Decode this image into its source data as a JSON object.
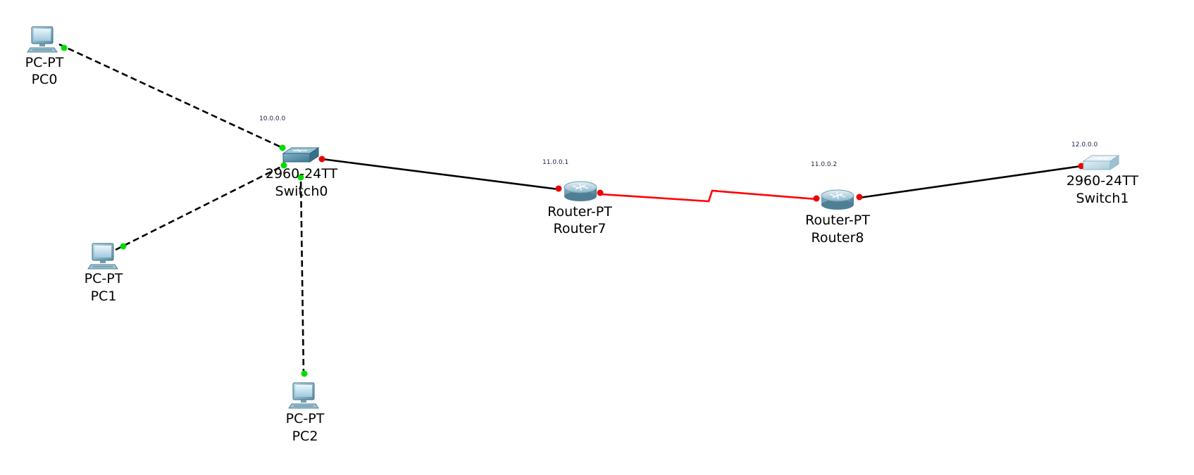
{
  "colors": {
    "background": "#ffffff",
    "link_up": "#00dd00",
    "link_down": "#ee0000",
    "serial_link": "#ff0000",
    "copper_link": "#000000"
  },
  "devices": [
    {
      "id": "pc0",
      "icon": "pc-icon",
      "model": "PC-PT",
      "name": "PC0"
    },
    {
      "id": "pc1",
      "icon": "pc-icon",
      "model": "PC-PT",
      "name": "PC1"
    },
    {
      "id": "pc2",
      "icon": "pc-icon",
      "model": "PC-PT",
      "name": "PC2"
    },
    {
      "id": "switch0",
      "icon": "switch-icon",
      "model": "2960-24TT",
      "name": "Switch0"
    },
    {
      "id": "router7",
      "icon": "router-icon",
      "model": "Router-PT",
      "name": "Router7"
    },
    {
      "id": "router8",
      "icon": "router-icon",
      "model": "Router-PT",
      "name": "Router8"
    },
    {
      "id": "switch1",
      "icon": "switch-icon",
      "model": "2960-24TT",
      "name": "Switch1"
    }
  ],
  "notes": [
    {
      "id": "note-switch0",
      "text": "10.0.0.0"
    },
    {
      "id": "note-router7",
      "text": "11.0.0.1"
    },
    {
      "id": "note-router8",
      "text": "11.0.0.2"
    },
    {
      "id": "note-switch1",
      "text": "12.0.0.0"
    }
  ],
  "links": [
    {
      "from": "pc0",
      "to": "switch0",
      "cable": "copper-cross-over",
      "from_status": "up",
      "to_status": "up"
    },
    {
      "from": "pc1",
      "to": "switch0",
      "cable": "copper-cross-over",
      "from_status": "up",
      "to_status": "up"
    },
    {
      "from": "pc2",
      "to": "switch0",
      "cable": "copper-cross-over",
      "from_status": "up",
      "to_status": "up"
    },
    {
      "from": "switch0",
      "to": "router7",
      "cable": "copper-straight-through",
      "from_status": "down",
      "to_status": "down"
    },
    {
      "from": "router7",
      "to": "router8",
      "cable": "serial",
      "from_status": "down",
      "to_status": "down"
    },
    {
      "from": "router8",
      "to": "switch1",
      "cable": "copper-straight-through",
      "from_status": "down",
      "to_status": "down"
    }
  ]
}
